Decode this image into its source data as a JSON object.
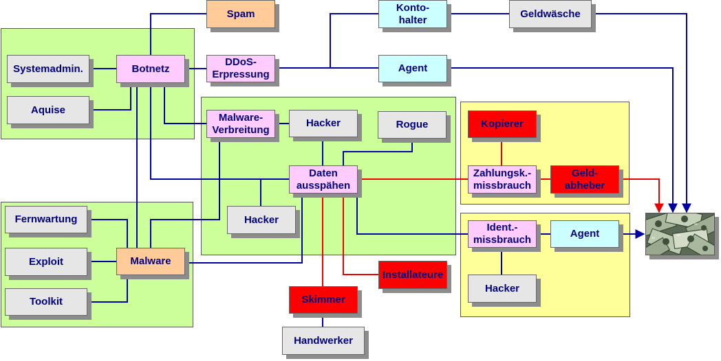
{
  "diagram": {
    "nodes": {
      "spam": "Spam",
      "kontohalter": "Konto-\nhalter",
      "geldwaesche": "Geldwäsche",
      "systemadmin": "Systemadmin.",
      "botnetz": "Botnetz",
      "ddos": "DDoS-\nErpressung",
      "agent_top": "Agent",
      "aquise": "Aquise",
      "malware_verbreitung": "Malware-\nVerbreitung",
      "hacker_top": "Hacker",
      "rogue": "Rogue",
      "kopierer": "Kopierer",
      "daten_ausspaehen": "Daten\nausspähen",
      "zahlungsk_missbrauch": "Zahlungsk.-\nmissbrauch",
      "geldabheber": "Geld-\nabheber",
      "fernwartung": "Fernwartung",
      "hacker_mid": "Hacker",
      "ident_missbrauch": "Ident.-\nmissbrauch",
      "agent_bottom": "Agent",
      "exploit": "Exploit",
      "malware": "Malware",
      "installateure": "Installateure",
      "toolkit": "Toolkit",
      "skimmer": "Skimmer",
      "hacker_bottom": "Hacker",
      "handwerker": "Handwerker"
    },
    "colors": {
      "region_green": "#ccff99",
      "region_yellow": "#ffff99",
      "link_blue": "#0000a0",
      "link_red": "#ee0000",
      "text": "#000080"
    },
    "target_image": "money-banknotes"
  }
}
